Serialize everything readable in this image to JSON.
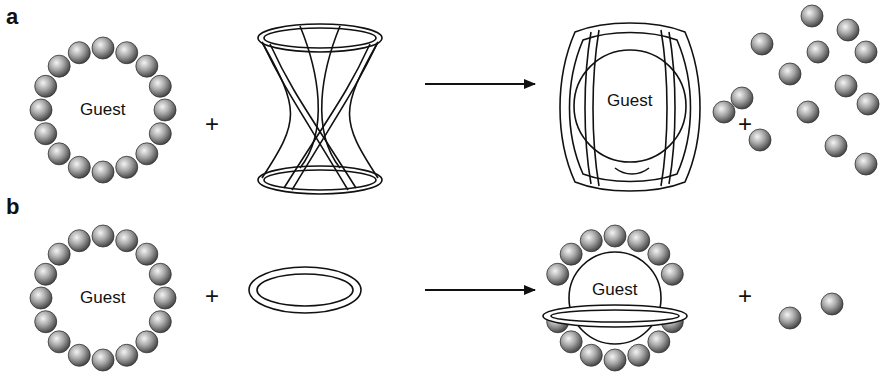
{
  "diagram": {
    "nodes": [
      {
        "text": [
          "Guest"
        ]
      },
      {
        "text": [
          "Guest"
        ]
      },
      {
        "text": [
          "Guest"
        ]
      },
      {
        "text": [
          "Guest"
        ]
      }
    ],
    "labels": [
      "a",
      "+",
      "+",
      "b",
      "+",
      "+"
    ]
  }
}
